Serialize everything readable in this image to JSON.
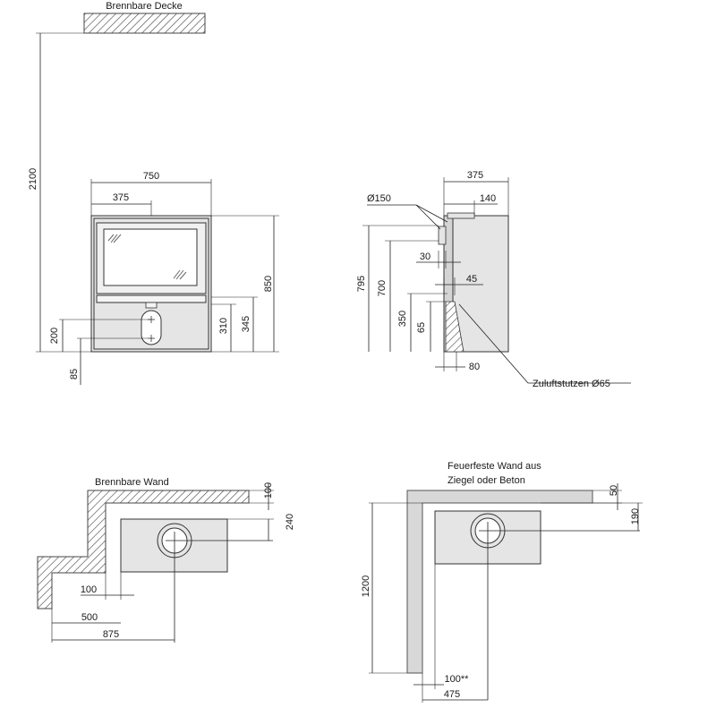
{
  "labels": {
    "ceiling": "Brennbare Decke",
    "wall_combustible": "Brennbare Wand",
    "wall_fireproof_1": "Feuerfeste Wand aus",
    "wall_fireproof_2": "Ziegel oder Beton",
    "air_inlet": "Zuluftstutzen Ø65"
  },
  "front_view": {
    "width": "750",
    "half_width": "375",
    "height": "850",
    "ceiling_clearance": "2100",
    "dim_345": "345",
    "dim_310": "310",
    "dim_200": "200",
    "dim_85": "85"
  },
  "side_view": {
    "depth": "375",
    "dim_140": "140",
    "flue_diameter": "Ø150",
    "dim_795": "795",
    "dim_700": "700",
    "dim_30": "30",
    "dim_45": "45",
    "dim_350": "350",
    "dim_65": "65",
    "dim_80": "80"
  },
  "plan_combustible": {
    "dim_100_top": "100",
    "dim_240": "240",
    "dim_100_side": "100",
    "dim_500": "500",
    "dim_875": "875"
  },
  "plan_fireproof": {
    "dim_50": "50",
    "dim_190": "190",
    "dim_1200": "1200",
    "dim_100": "100**",
    "dim_475": "475"
  }
}
